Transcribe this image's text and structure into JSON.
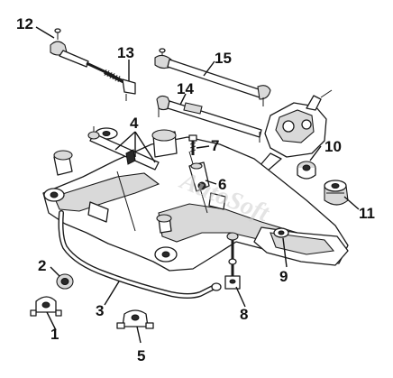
{
  "diagram": {
    "callouts": [
      {
        "id": "c1",
        "label": "1"
      },
      {
        "id": "c2",
        "label": "2"
      },
      {
        "id": "c3",
        "label": "3"
      },
      {
        "id": "c4",
        "label": "4"
      },
      {
        "id": "c5",
        "label": "5"
      },
      {
        "id": "c6",
        "label": "6"
      },
      {
        "id": "c7",
        "label": "7"
      },
      {
        "id": "c8",
        "label": "8"
      },
      {
        "id": "c9",
        "label": "9"
      },
      {
        "id": "c10",
        "label": "10"
      },
      {
        "id": "c11",
        "label": "11"
      },
      {
        "id": "c12",
        "label": "12"
      },
      {
        "id": "c13",
        "label": "13"
      },
      {
        "id": "c14",
        "label": "14"
      },
      {
        "id": "c15",
        "label": "15"
      }
    ],
    "watermark": "AutoSoft"
  }
}
